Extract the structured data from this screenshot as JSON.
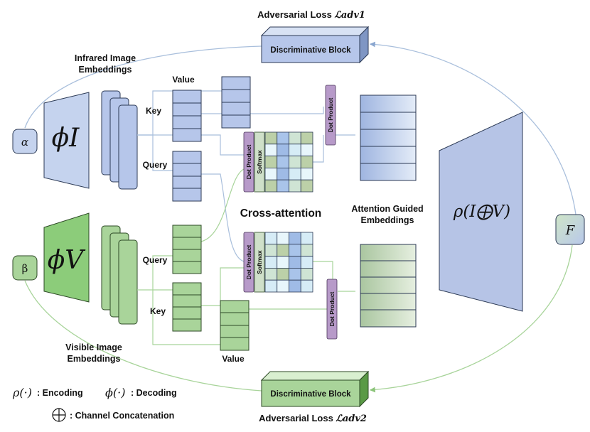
{
  "colors": {
    "infrared_fill": "#c5d3ee",
    "infrared_stroke": "#2c3a55",
    "visible_fill": "#a9d49a",
    "visible_stroke": "#2d4a26",
    "dot_product": "#b79ac9",
    "softmax": "#cfe0c9",
    "fused_block": "#b6c4e6",
    "arrow_blue": "#a9bfdc",
    "arrow_green": "#a8d49a"
  },
  "top_block": {
    "loss_label": "Adversarial Loss 𝓛adv1",
    "loss_prefix": "Adversarial Loss ",
    "loss_symbol": "ℒadv1",
    "block_label": "Discriminative Block"
  },
  "bottom_block": {
    "loss_prefix": "Adversarial Loss ",
    "loss_symbol": "ℒadv2",
    "block_label": "Discriminative Block"
  },
  "infrared": {
    "input": "α",
    "encoder": "ϕI",
    "embeddings_line1": "Infrared Image",
    "embeddings_line2": "Embeddings",
    "value": "Value",
    "key": "Key",
    "query": "Query"
  },
  "visible": {
    "input": "β",
    "encoder": "ϕV",
    "embeddings_line1": "Visible Image",
    "embeddings_line2": "Embeddings",
    "value": "Value",
    "key": "Key",
    "query": "Query"
  },
  "ops": {
    "dot_product": "Dot Product",
    "softmax": "Softmax",
    "cross_attention": "Cross-attention",
    "attention_line1": "Attention Guided",
    "attention_line2": "Embeddings"
  },
  "decoder": {
    "label": "ρ(I⨁V)",
    "output": "F"
  },
  "legend": {
    "encoding_symbol": "ρ(·)",
    "encoding_text": ": Encoding",
    "decoding_symbol": "ϕ(·)",
    "decoding_text": ": Decoding",
    "concat_text": ": Channel Concatenation"
  }
}
